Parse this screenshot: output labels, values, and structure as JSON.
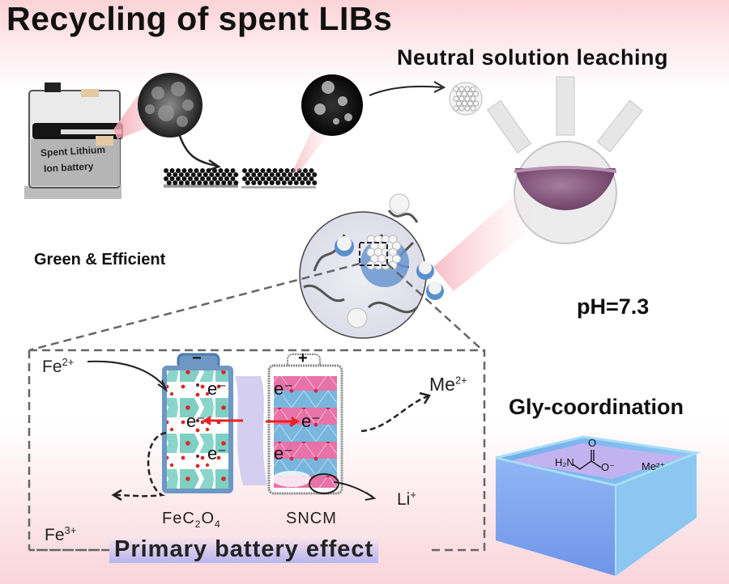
{
  "title": "Recycling of spent LIBs",
  "labels": {
    "neutral_leaching": "Neutral solution leaching",
    "green_efficient": "Green & Efficient",
    "ph": "pH=7.3",
    "gly_coordination": "Gly-coordination",
    "primary_battery_effect": "Primary battery effect"
  },
  "battery_label": {
    "line1": "Spent Lithium",
    "line2": "Ion battery"
  },
  "ions": {
    "fe2": {
      "base": "Fe",
      "charge": "2+"
    },
    "fe3": {
      "base": "Fe",
      "charge": "3+"
    },
    "me2": {
      "base": "Me",
      "charge": "2+"
    },
    "li": {
      "base": "Li",
      "charge": "+"
    }
  },
  "electrodes": {
    "anode": {
      "sign": "−",
      "name_parts": [
        "FeC",
        "2",
        "O",
        "4"
      ],
      "electron": "e⁻"
    },
    "cathode": {
      "sign": "+",
      "name": "SNCM",
      "electron": "e⁻"
    }
  },
  "glycine": {
    "amine": "H₂N",
    "carbonyl_o": "O",
    "anion_o": "O⁻",
    "metal": "Me²⁺"
  },
  "colors": {
    "leachate": "#8a5a80",
    "anode_fill": "#7fcfc4",
    "cathode_pink": "#e46ea4",
    "cathode_blue": "#74b3dc",
    "container_blue": "#7fa8f0",
    "arrow_red": "#e52323"
  }
}
